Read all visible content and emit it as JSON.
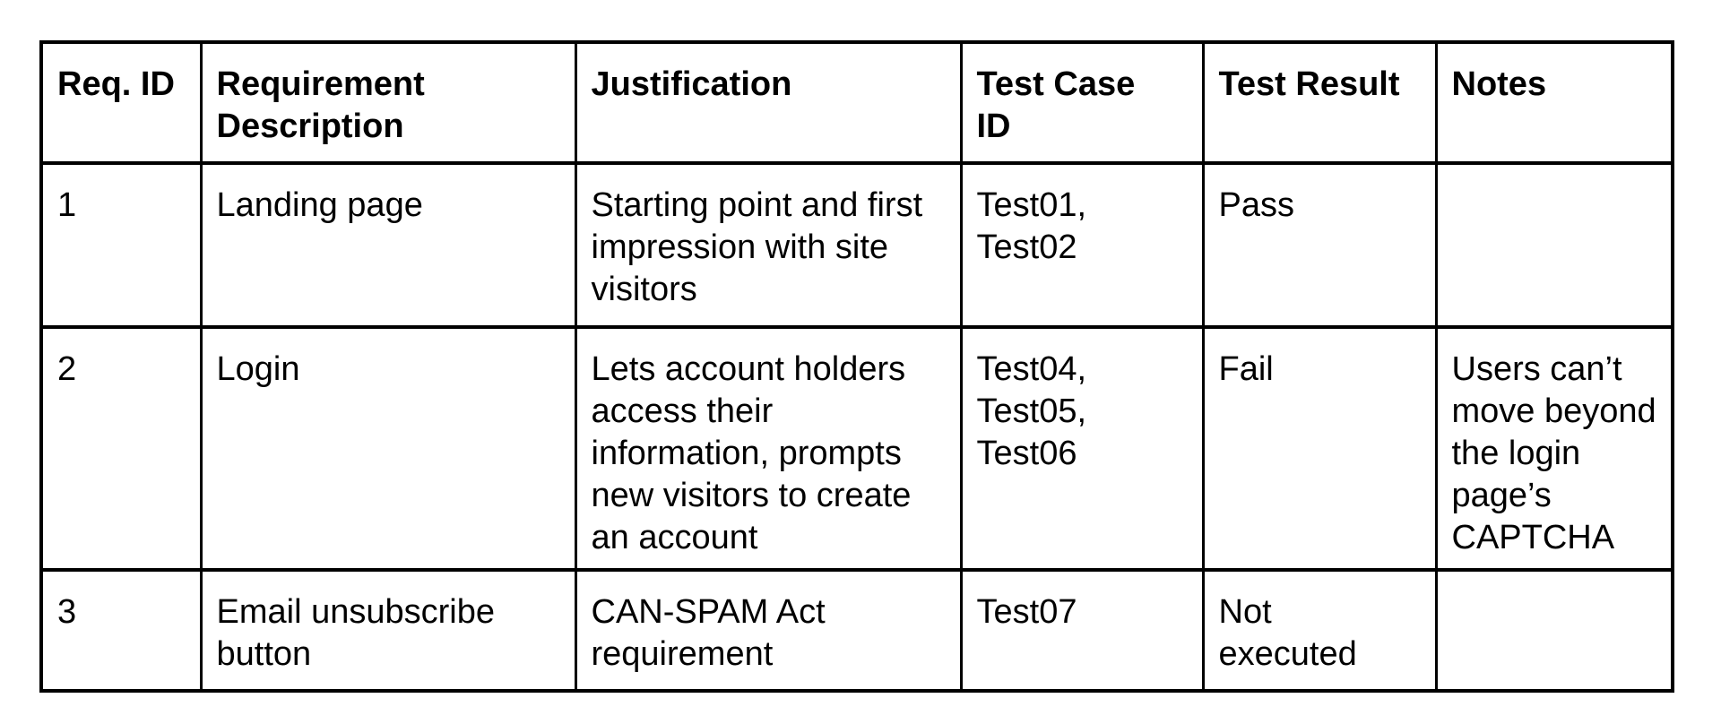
{
  "document": {
    "background_color": "#ffffff",
    "border_color": "#000000",
    "text_color": "#000000"
  },
  "table": {
    "headers": [
      "Req. ID",
      "Requirement\nDescription",
      "Justification",
      "Test Case\nID",
      "Test Result",
      "Notes"
    ],
    "rows": [
      [
        "1",
        "Landing page",
        "Starting point and first\nimpression with site\nvisitors",
        "Test01,\nTest02",
        "Pass",
        ""
      ],
      [
        "2",
        "Login",
        "Lets account holders\naccess their\ninformation, prompts\nnew visitors to create\nan account",
        "Test04,\nTest05,\nTest06",
        "Fail",
        "Users can’t\nmove beyond\nthe login\npage’s\nCAPTCHA"
      ],
      [
        "3",
        "Email unsubscribe\nbutton",
        "CAN-SPAM Act\nrequirement",
        "Test07",
        "Not\nexecuted",
        ""
      ]
    ]
  }
}
